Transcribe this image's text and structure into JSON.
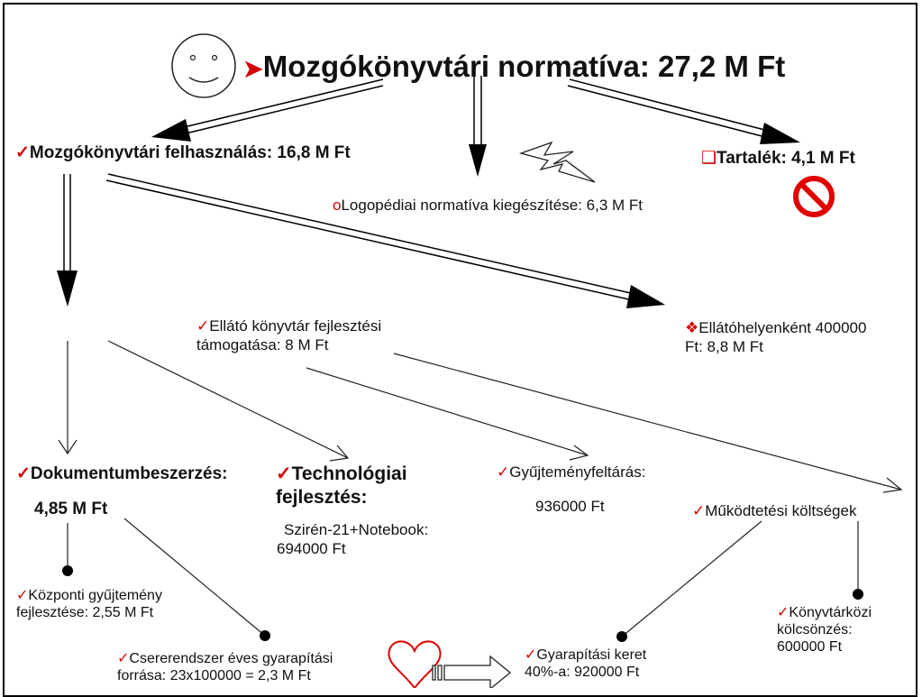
{
  "title": {
    "bullet": "➤",
    "text": "Mozgókönyvtári normatíva: 27,2 M Ft"
  },
  "felhasznalas": {
    "mark": "✓",
    "text": "Mozgókönyvtári felhasználás: 16,8 M Ft"
  },
  "logopediai": {
    "mark": "o",
    "text": "Logopédiai normatíva kiegészítése: 6,3 M Ft"
  },
  "tartalek": {
    "mark": "❑",
    "text": "Tartalék: 4,1 M Ft"
  },
  "ellato_fejlesztesi": {
    "mark": "✓",
    "line1": "Ellátó könyvtár fejlesztési",
    "line2": "támogatása: 8 M Ft"
  },
  "ellatohely": {
    "mark": "❖",
    "line1": "Ellátóhelyenként 400000",
    "line2": "Ft: 8,8 M Ft"
  },
  "dokumentum": {
    "mark": "✓",
    "line1": "Dokumentumbeszerzés:",
    "line2": "4,85 M Ft"
  },
  "technologiai": {
    "mark": "✓",
    "line1": "Technológiai",
    "line2": "fejlesztés:",
    "detail1": "Szirén-21+Notebook:",
    "detail2": "694000 Ft"
  },
  "gyujtemenyfeltaras": {
    "mark": "✓",
    "line1": "Gyűjteményfeltárás:",
    "line2": "936000 Ft"
  },
  "mukodtetesi": {
    "mark": "✓",
    "text": "Működtetési költségek"
  },
  "kozponti": {
    "mark": "✓",
    "line1": "Központi gyűjtemény",
    "line2": "fejlesztése: 2,55 M Ft"
  },
  "csererendszer": {
    "mark": "✓",
    "line1": "Csererendszer éves gyarapítási",
    "line2": "forrása: 23x100000 = 2,3 M Ft"
  },
  "gyarapitasi": {
    "mark": "✓",
    "line1": "Gyarapítási keret",
    "line2": "40%-a: 920000 Ft"
  },
  "konyvtarkozi": {
    "mark": "✓",
    "line1": "Könyvtárközi",
    "line2": "kölcsönzés:",
    "line3": "600000 Ft"
  }
}
